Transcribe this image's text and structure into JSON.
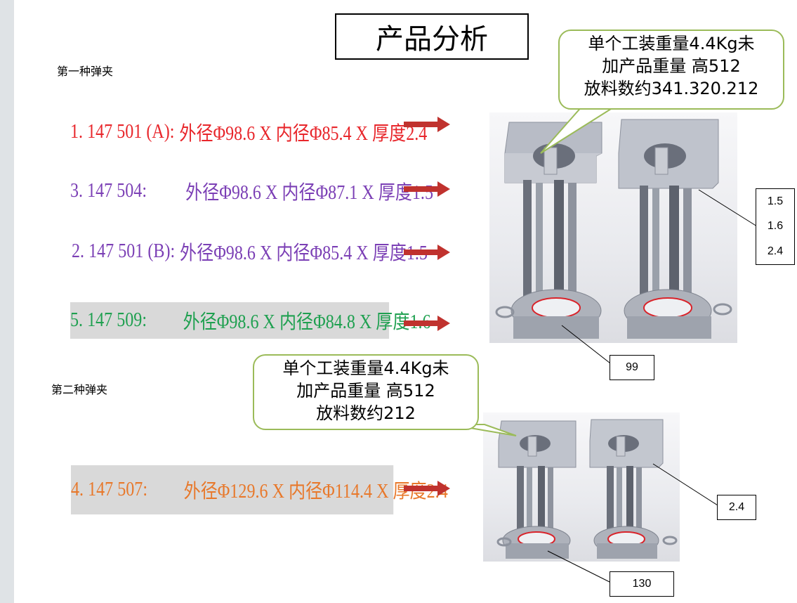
{
  "title": "产品分析",
  "section_one_label": "第一种弹夹",
  "section_two_label": "第二种弹夹",
  "specs_one": [
    {
      "num": "1. 147 501 (A):",
      "text": "外径Φ98.6 X 内径Φ85.4 X 厚度2.4",
      "color": "#e8262b"
    },
    {
      "num": "3. 147 504:",
      "text": "外径Φ98.6 X 内径Φ87.1 X 厚度1.5",
      "color": "#7b3fb5"
    },
    {
      "num": "2. 147 501 (B):",
      "text": "外径Φ98.6 X 内径Φ85.4 X 厚度1.5",
      "color": "#7b3fb5"
    },
    {
      "num": "5. 147 509:",
      "text": "外径Φ98.6 X 内径Φ84.8 X 厚度1.6",
      "color": "#1fa050"
    }
  ],
  "specs_two": [
    {
      "num": "4. 147 507:",
      "text": "外径Φ129.6 X 内径Φ114.4 X 厚度2.4",
      "color": "#e8782a"
    }
  ],
  "callout_one": {
    "line1": "单个工装重量4.4Kg未",
    "line2": "加产品重量  高512",
    "line3": "放料数约341.320.212"
  },
  "callout_two": {
    "line1": "单个工装重量4.4Kg未",
    "line2": "加产品重量  高512",
    "line3": "放料数约212"
  },
  "dims_one": [
    "1.5",
    "1.6",
    "2.4"
  ],
  "dim_one_diameter": "99",
  "dim_two_thickness": "2.4",
  "dim_two_diameter": "130",
  "colors": {
    "arrow": "#c0322e",
    "callout_border": "#9bbb59",
    "ring": "#d9232a"
  }
}
